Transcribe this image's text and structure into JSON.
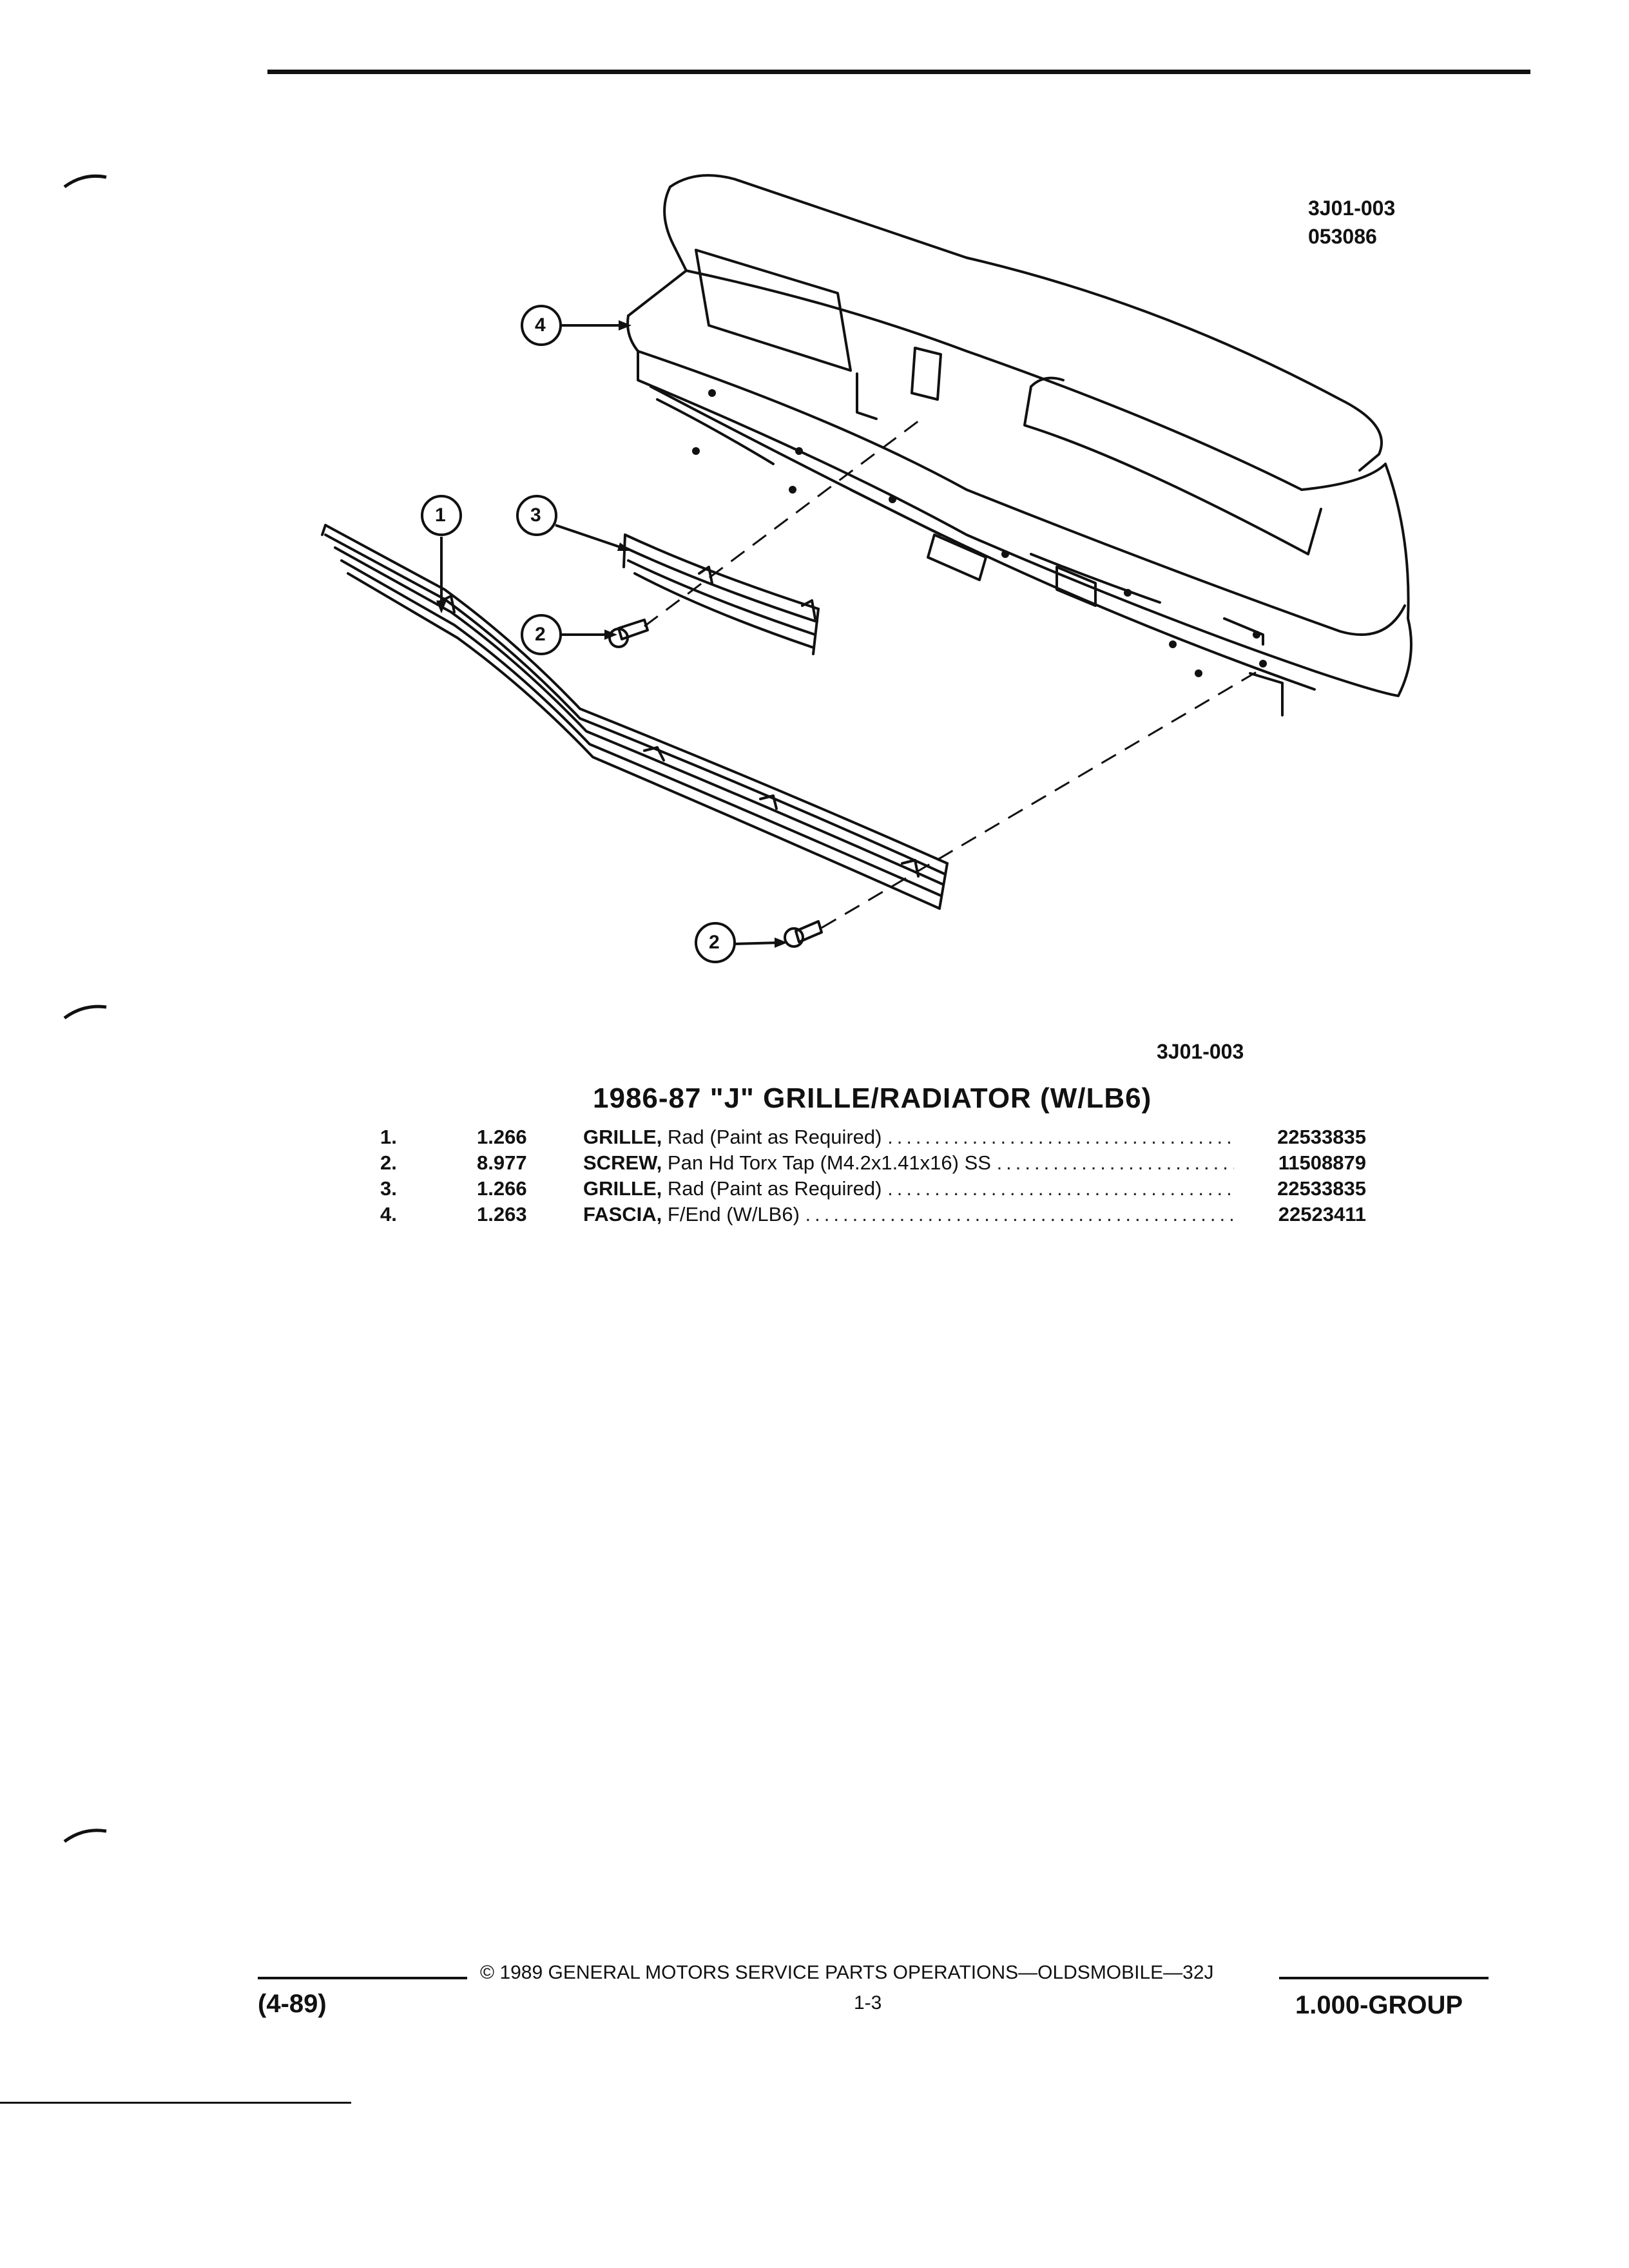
{
  "drawing": {
    "ref_code": "3J01-003",
    "ref_number": "053086",
    "caption_ref": "3J01-003",
    "callouts": [
      "4",
      "1",
      "3",
      "2",
      "2"
    ]
  },
  "section": {
    "title": "1986-87 \"J\" GRILLE/RADIATOR (W/LB6)"
  },
  "parts": [
    {
      "num": "1.",
      "qty": "1.266",
      "name": "GRILLE,",
      "desc": "Rad (Paint as Required)",
      "part_no": "22533835"
    },
    {
      "num": "2.",
      "qty": "8.977",
      "name": "SCREW,",
      "desc": "Pan Hd Torx Tap (M4.2x1.41x16) SS",
      "part_no": "11508879"
    },
    {
      "num": "3.",
      "qty": "1.266",
      "name": "GRILLE,",
      "desc": "Rad (Paint as Required)",
      "part_no": "22533835"
    },
    {
      "num": "4.",
      "qty": "1.263",
      "name": "FASCIA,",
      "desc": "F/End (W/LB6)",
      "part_no": "22523411"
    }
  ],
  "footer": {
    "date": "(4-89)",
    "copyright": "© 1989 GENERAL MOTORS SERVICE PARTS OPERATIONS—OLDSMOBILE—32J",
    "page": "1-3",
    "group": "1.000-GROUP"
  }
}
